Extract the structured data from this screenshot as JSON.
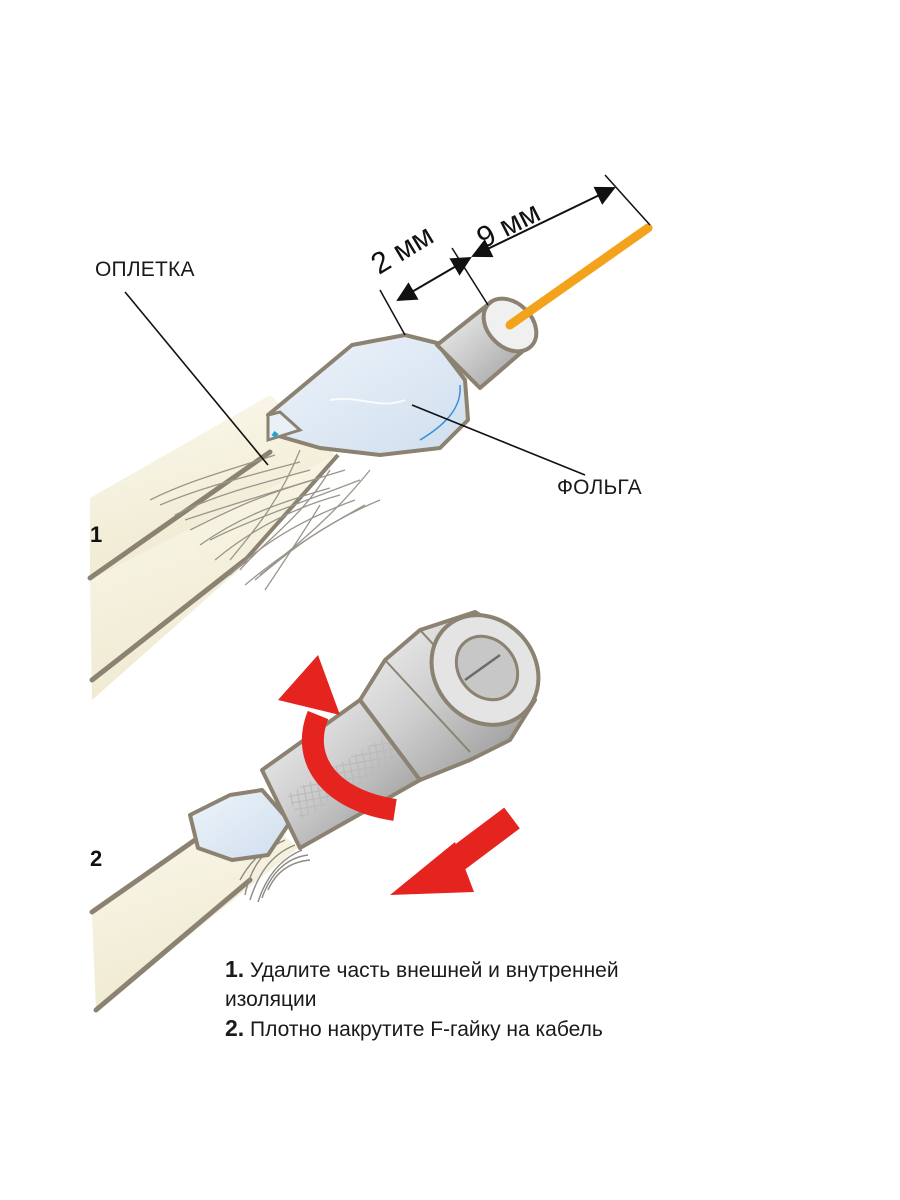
{
  "labels": {
    "braid": "ОПЛЕТКА",
    "foil": "ФОЛЬГА",
    "step1_marker": "1",
    "step2_marker": "2"
  },
  "dimensions": {
    "dim_a": "2 мм",
    "dim_b": "9 мм"
  },
  "instructions": [
    {
      "num": "1.",
      "text": "Удалите часть внешней и внутренней изоляции"
    },
    {
      "num": "2.",
      "text": "Плотно накрутите F-гайку на кабель"
    }
  ],
  "colors": {
    "cable_jacket": "#f4f0dc",
    "outline": "#8c8272",
    "foil": "#dfeaf4",
    "core": "#f2a31b",
    "arrow": "#e5231f"
  }
}
